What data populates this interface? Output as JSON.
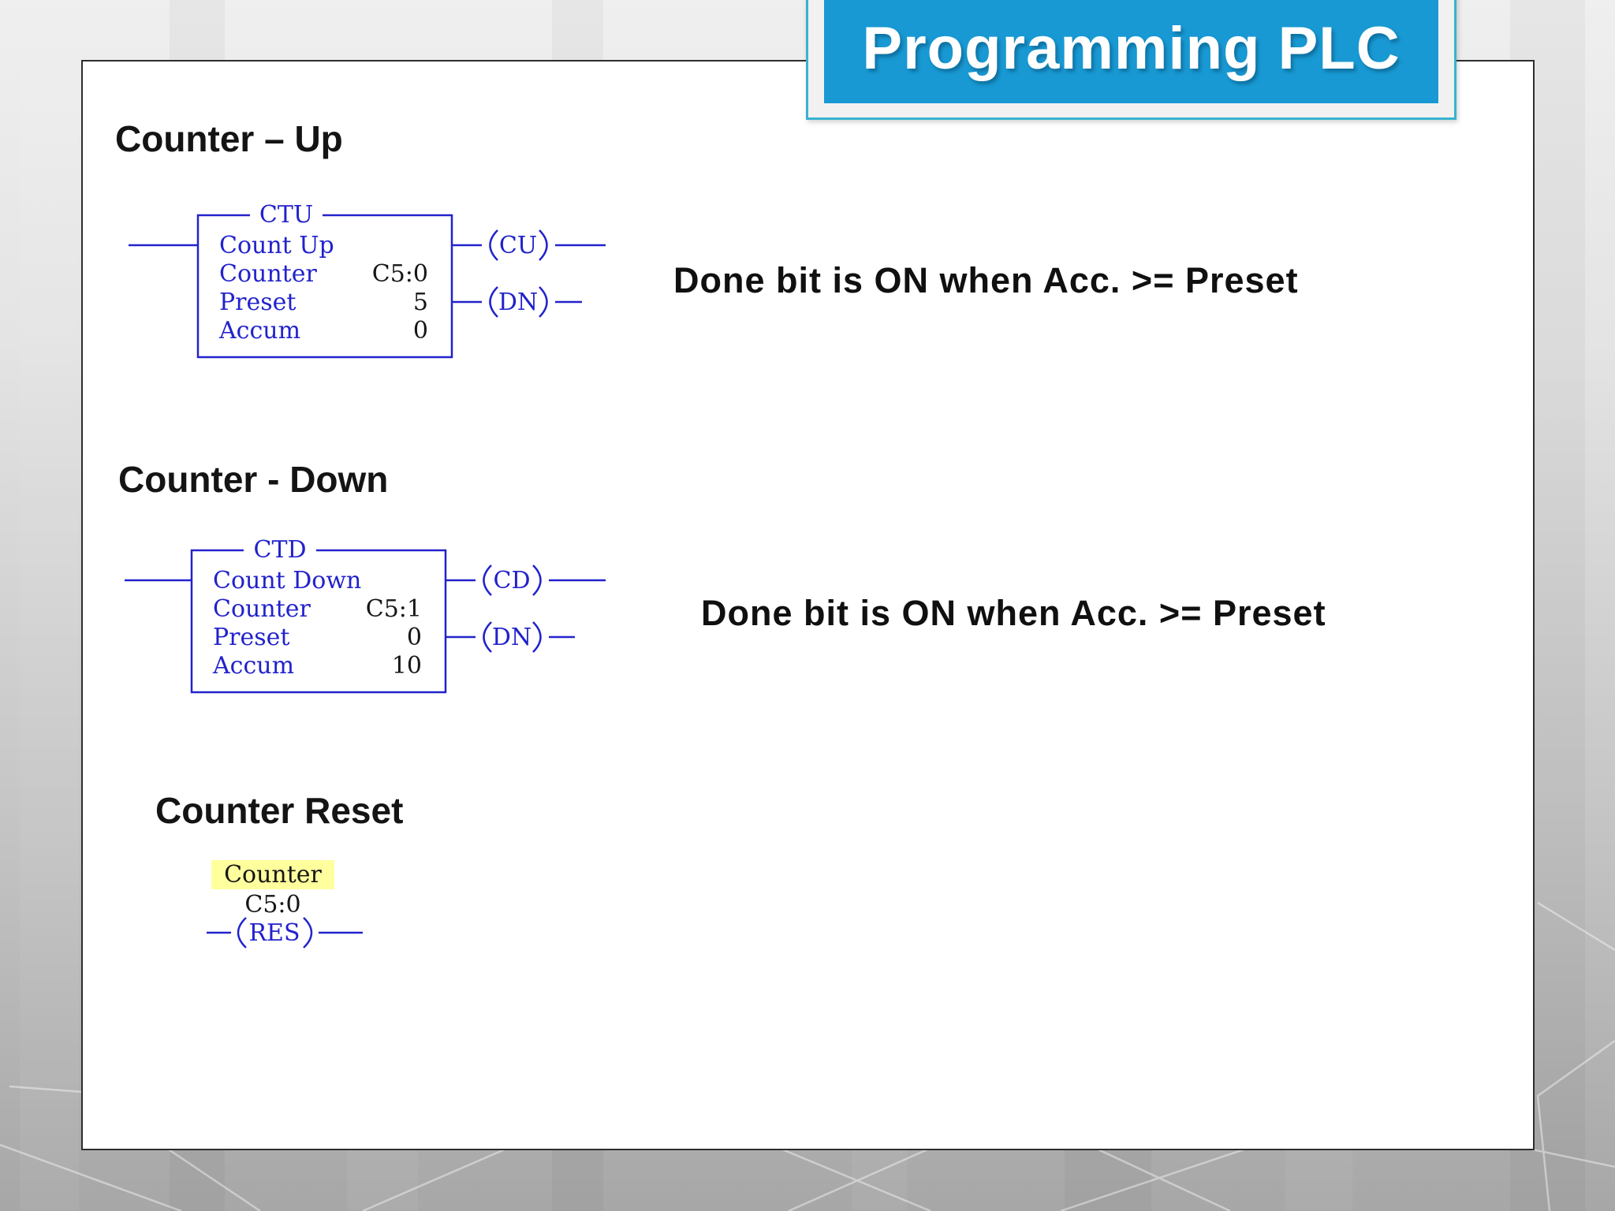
{
  "title_banner": {
    "text": "Programming PLC"
  },
  "sections": {
    "up": {
      "heading": "Counter – Up",
      "note": "Done bit is ON when Acc. >= Preset"
    },
    "down": {
      "heading": "Counter - Down",
      "note": "Done bit is ON when Acc. >= Preset"
    },
    "reset": {
      "heading": "Counter Reset"
    }
  },
  "ctu": {
    "block_title": "CTU",
    "rows": [
      {
        "label": "Count Up",
        "value": ""
      },
      {
        "label": "Counter",
        "value": "C5:0"
      },
      {
        "label": "Preset",
        "value": "5"
      },
      {
        "label": "Accum",
        "value": "0"
      }
    ],
    "outputs": [
      {
        "name": "CU"
      },
      {
        "name": "DN"
      }
    ]
  },
  "ctd": {
    "block_title": "CTD",
    "rows": [
      {
        "label": "Count Down",
        "value": ""
      },
      {
        "label": "Counter",
        "value": "C5:1"
      },
      {
        "label": "Preset",
        "value": "0"
      },
      {
        "label": "Accum",
        "value": "10"
      }
    ],
    "outputs": [
      {
        "name": "CD"
      },
      {
        "name": "DN"
      }
    ]
  },
  "res": {
    "target": "Counter",
    "address": "C5:0",
    "coil": "RES"
  },
  "colors": {
    "ladder_blue": "#2222CC",
    "title_bg": "#1899D3",
    "title_border": "#38B2CF",
    "highlight_yellow": "#FFFF9E",
    "slide_bg_top": "#EFEFEF",
    "slide_bg_bottom": "#A7A7A7"
  }
}
